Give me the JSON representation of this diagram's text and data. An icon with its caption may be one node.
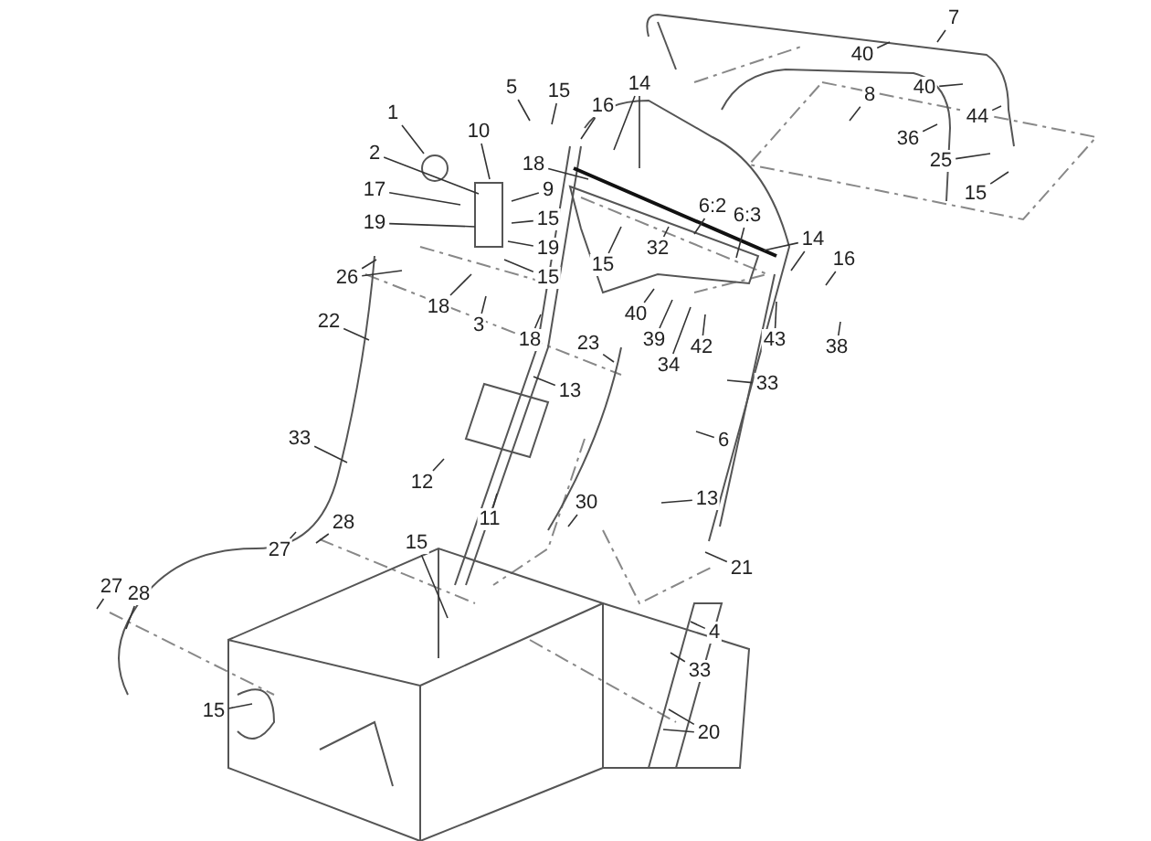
{
  "diagram": {
    "nodes": [
      {
        "text": [
          "7"
        ]
      },
      {
        "text": [
          "40"
        ]
      },
      {
        "text": [
          "14"
        ]
      },
      {
        "text": [
          "5"
        ]
      },
      {
        "text": [
          "15"
        ]
      },
      {
        "text": [
          "16"
        ]
      },
      {
        "text": [
          "8"
        ]
      },
      {
        "text": [
          "40"
        ]
      },
      {
        "text": [
          "44"
        ]
      },
      {
        "text": [
          "1"
        ]
      },
      {
        "text": [
          "36"
        ]
      },
      {
        "text": [
          "25"
        ]
      },
      {
        "text": [
          "2"
        ]
      },
      {
        "text": [
          "10"
        ]
      },
      {
        "text": [
          "18"
        ]
      },
      {
        "text": [
          "15"
        ]
      },
      {
        "text": [
          "9"
        ]
      },
      {
        "text": [
          "17"
        ]
      },
      {
        "text": [
          "6:2"
        ]
      },
      {
        "text": [
          "6:3"
        ]
      },
      {
        "text": [
          "19"
        ]
      },
      {
        "text": [
          "15"
        ]
      },
      {
        "text": [
          "14"
        ]
      },
      {
        "text": [
          "19"
        ]
      },
      {
        "text": [
          "15"
        ]
      },
      {
        "text": [
          "26"
        ]
      },
      {
        "text": [
          "15"
        ]
      },
      {
        "text": [
          "16"
        ]
      },
      {
        "text": [
          "32"
        ]
      },
      {
        "text": [
          "18"
        ]
      },
      {
        "text": [
          "40"
        ]
      },
      {
        "text": [
          "3"
        ]
      },
      {
        "text": [
          "22"
        ]
      },
      {
        "text": [
          "18"
        ]
      },
      {
        "text": [
          "39"
        ]
      },
      {
        "text": [
          "42"
        ]
      },
      {
        "text": [
          "43"
        ]
      },
      {
        "text": [
          "23"
        ]
      },
      {
        "text": [
          "38"
        ]
      },
      {
        "text": [
          "34"
        ]
      },
      {
        "text": [
          "13"
        ]
      },
      {
        "text": [
          "33"
        ]
      },
      {
        "text": [
          "33"
        ]
      },
      {
        "text": [
          "6"
        ]
      },
      {
        "text": [
          "12"
        ]
      },
      {
        "text": [
          "13"
        ]
      },
      {
        "text": [
          "30"
        ]
      },
      {
        "text": [
          "11"
        ]
      },
      {
        "text": [
          "28"
        ]
      },
      {
        "text": [
          "15"
        ]
      },
      {
        "text": [
          "27"
        ]
      },
      {
        "text": [
          "21"
        ]
      },
      {
        "text": [
          "27"
        ]
      },
      {
        "text": [
          "28"
        ]
      },
      {
        "text": [
          "4"
        ]
      },
      {
        "text": [
          "33"
        ]
      },
      {
        "text": [
          "15"
        ]
      },
      {
        "text": [
          "20"
        ]
      }
    ],
    "edges": [
      {
        "from": 0,
        "to": null,
        "arrow": "none"
      },
      {
        "from": 1,
        "to": null,
        "arrow": "none"
      },
      {
        "from": 2,
        "to": null,
        "arrow": "none"
      },
      {
        "from": 2,
        "to": null,
        "arrow": "none"
      },
      {
        "from": 3,
        "to": null,
        "arrow": "none"
      },
      {
        "from": 4,
        "to": null,
        "arrow": "none"
      },
      {
        "from": 5,
        "to": null,
        "arrow": "none"
      },
      {
        "from": 6,
        "to": null,
        "arrow": "none"
      },
      {
        "from": 7,
        "to": null,
        "arrow": "none"
      },
      {
        "from": 8,
        "to": null,
        "arrow": "none"
      },
      {
        "from": 9,
        "to": null,
        "arrow": "none"
      },
      {
        "from": 10,
        "to": null,
        "arrow": "none"
      },
      {
        "from": 11,
        "to": null,
        "arrow": "none"
      },
      {
        "from": 12,
        "to": null,
        "arrow": "none"
      },
      {
        "from": 13,
        "to": null,
        "arrow": "none"
      },
      {
        "from": 14,
        "to": null,
        "arrow": "none"
      },
      {
        "from": 15,
        "to": null,
        "arrow": "none"
      },
      {
        "from": 16,
        "to": null,
        "arrow": "none"
      },
      {
        "from": 17,
        "to": null,
        "arrow": "none"
      },
      {
        "from": 18,
        "to": null,
        "arrow": "none"
      },
      {
        "from": 19,
        "to": null,
        "arrow": "none"
      },
      {
        "from": 20,
        "to": null,
        "arrow": "none"
      },
      {
        "from": 21,
        "to": null,
        "arrow": "none"
      },
      {
        "from": 22,
        "to": null,
        "arrow": "none"
      },
      {
        "from": 22,
        "to": null,
        "arrow": "none"
      },
      {
        "from": 23,
        "to": null,
        "arrow": "none"
      },
      {
        "from": 24,
        "to": null,
        "arrow": "none"
      },
      {
        "from": 25,
        "to": null,
        "arrow": "none"
      },
      {
        "from": 25,
        "to": null,
        "arrow": "none"
      },
      {
        "from": 26,
        "to": null,
        "arrow": "none"
      },
      {
        "from": 27,
        "to": null,
        "arrow": "none"
      },
      {
        "from": 28,
        "to": null,
        "arrow": "none"
      },
      {
        "from": 29,
        "to": null,
        "arrow": "none"
      },
      {
        "from": 30,
        "to": null,
        "arrow": "none"
      },
      {
        "from": 31,
        "to": null,
        "arrow": "none"
      },
      {
        "from": 32,
        "to": null,
        "arrow": "none"
      },
      {
        "from": 33,
        "to": null,
        "arrow": "none"
      },
      {
        "from": 34,
        "to": null,
        "arrow": "none"
      },
      {
        "from": 35,
        "to": null,
        "arrow": "none"
      },
      {
        "from": 36,
        "to": null,
        "arrow": "none"
      },
      {
        "from": 37,
        "to": null,
        "arrow": "none"
      },
      {
        "from": 38,
        "to": null,
        "arrow": "none"
      },
      {
        "from": 39,
        "to": null,
        "arrow": "none"
      },
      {
        "from": 40,
        "to": null,
        "arrow": "none"
      },
      {
        "from": 41,
        "to": null,
        "arrow": "none"
      },
      {
        "from": 42,
        "to": null,
        "arrow": "none"
      },
      {
        "from": 43,
        "to": null,
        "arrow": "none"
      },
      {
        "from": 44,
        "to": null,
        "arrow": "none"
      },
      {
        "from": 45,
        "to": null,
        "arrow": "none"
      },
      {
        "from": 46,
        "to": null,
        "arrow": "none"
      },
      {
        "from": 47,
        "to": null,
        "arrow": "none"
      },
      {
        "from": 48,
        "to": null,
        "arrow": "none"
      },
      {
        "from": 49,
        "to": null,
        "arrow": "none"
      },
      {
        "from": 50,
        "to": null,
        "arrow": "none"
      },
      {
        "from": 51,
        "to": null,
        "arrow": "none"
      },
      {
        "from": 52,
        "to": null,
        "arrow": "none"
      },
      {
        "from": 53,
        "to": null,
        "arrow": "none"
      },
      {
        "from": 54,
        "to": null,
        "arrow": "none"
      },
      {
        "from": 55,
        "to": null,
        "arrow": "none"
      },
      {
        "from": 56,
        "to": null,
        "arrow": "none"
      },
      {
        "from": 57,
        "to": null,
        "arrow": "none"
      },
      {
        "from": 57,
        "to": null,
        "arrow": "none"
      }
    ]
  }
}
